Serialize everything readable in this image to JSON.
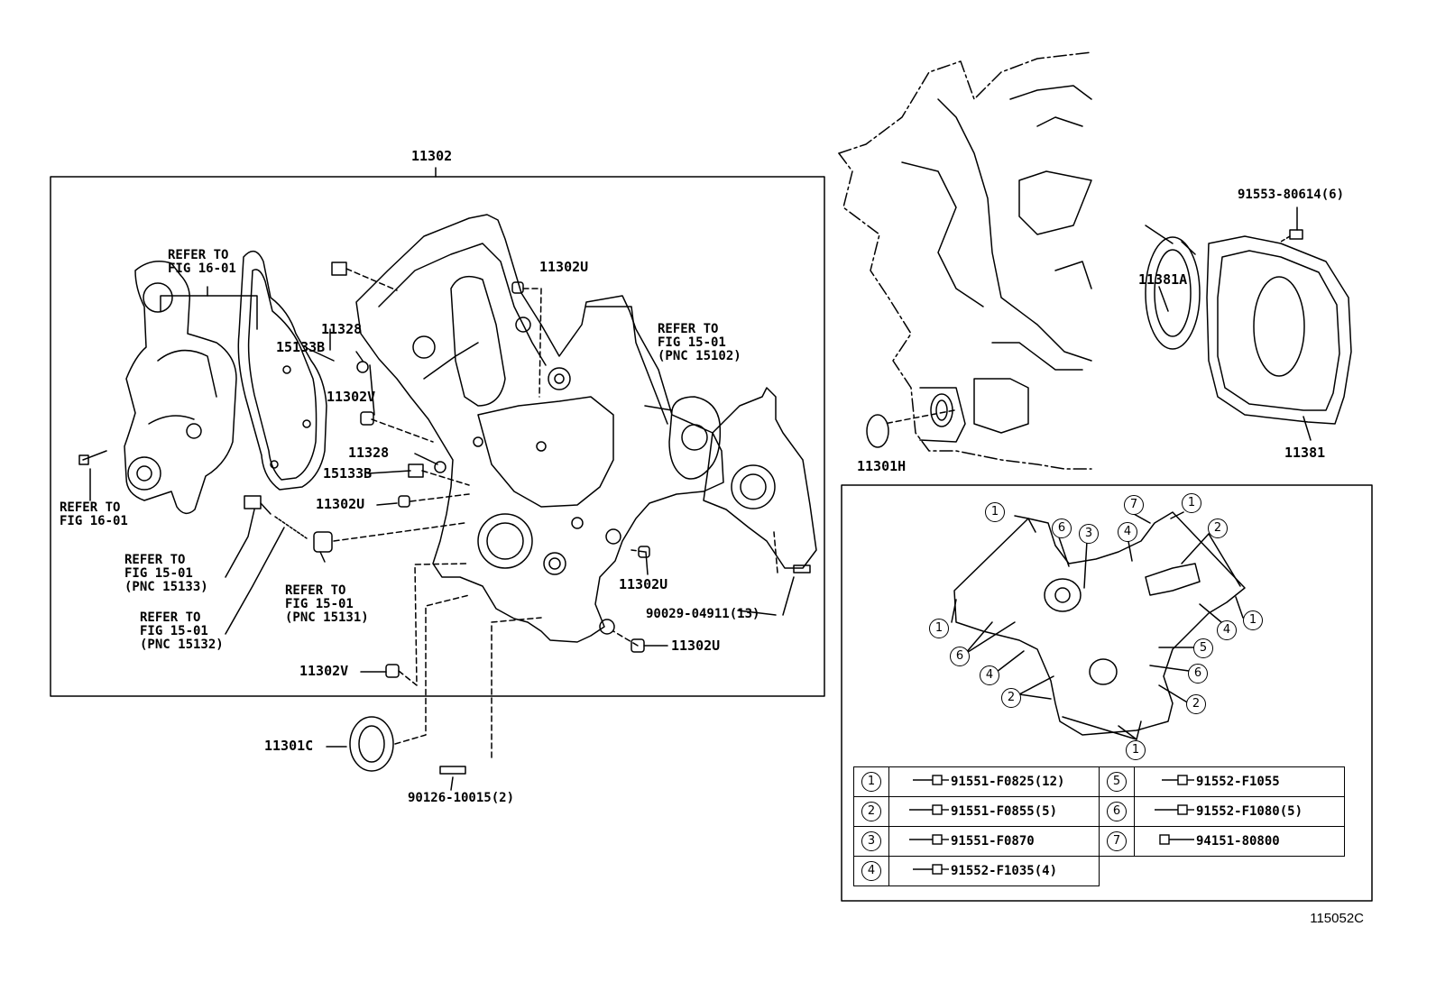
{
  "figure_code": "115052C",
  "main_assembly": "11302",
  "labels": {
    "refer_16_01_top": "REFER TO\nFIG 16-01",
    "refer_16_01_left": "REFER TO\nFIG 16-01",
    "refer_15_01_15102": "REFER TO\nFIG 15-01\n(PNC 15102)",
    "refer_15_01_15133": "REFER TO\nFIG 15-01\n(PNC 15133)",
    "refer_15_01_15132": "REFER TO\nFIG 15-01\n(PNC 15132)",
    "refer_15_01_15131": "REFER TO\nFIG 15-01\n(PNC 15131)",
    "p11302u_a": "11302U",
    "p11328_a": "11328",
    "p15133b_a": "15133B",
    "p11302v_a": "11302V",
    "p11328_b": "11328",
    "p15133b_b": "15133B",
    "p11302u_b": "11302U",
    "p11302u_c": "11302U",
    "p90029": "90029-04911(13)",
    "p11302u_d": "11302U",
    "p11302v_b": "11302V",
    "p11301c": "11301C",
    "p90126": "90126-10015(2)",
    "p91553": "91553-80614(6)",
    "p11381a": "11381A",
    "p11301h": "11301H",
    "p11381": "11381"
  },
  "callouts": [
    "1",
    "2",
    "3",
    "4",
    "5",
    "6",
    "7"
  ],
  "legend": [
    {
      "num": "1",
      "part": "91551-F0825(12)",
      "num2": "5",
      "part2": "91552-F1055"
    },
    {
      "num": "2",
      "part": "91551-F0855(5)",
      "num2": "6",
      "part2": "91552-F1080(5)"
    },
    {
      "num": "3",
      "part": "91551-F0870",
      "num2": "7",
      "part2": "94151-80800"
    },
    {
      "num": "4",
      "part": "91552-F1035(4)",
      "num2": "",
      "part2": ""
    }
  ]
}
